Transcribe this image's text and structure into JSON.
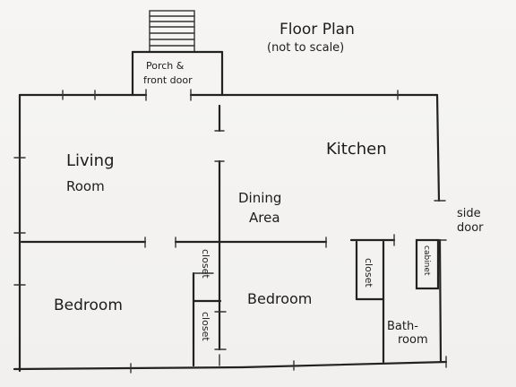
{
  "title": "Floor Plan",
  "subtitle": "(not to scale)",
  "rooms": {
    "porch_line1": "Porch &",
    "porch_line2": "front door",
    "living_line1": "Living",
    "living_line2": "Room",
    "kitchen": "Kitchen",
    "dining_line1": "Dining",
    "dining_line2": "Area",
    "side_door_line1": "side",
    "side_door_line2": "door",
    "bedroom_left": "Bedroom",
    "bedroom_right": "Bedroom",
    "closet_upper": "closet",
    "closet_lower": "closet",
    "closet_right": "closet",
    "cabinet": "cabinet",
    "bath_line1": "Bath-",
    "bath_line2": "room"
  }
}
